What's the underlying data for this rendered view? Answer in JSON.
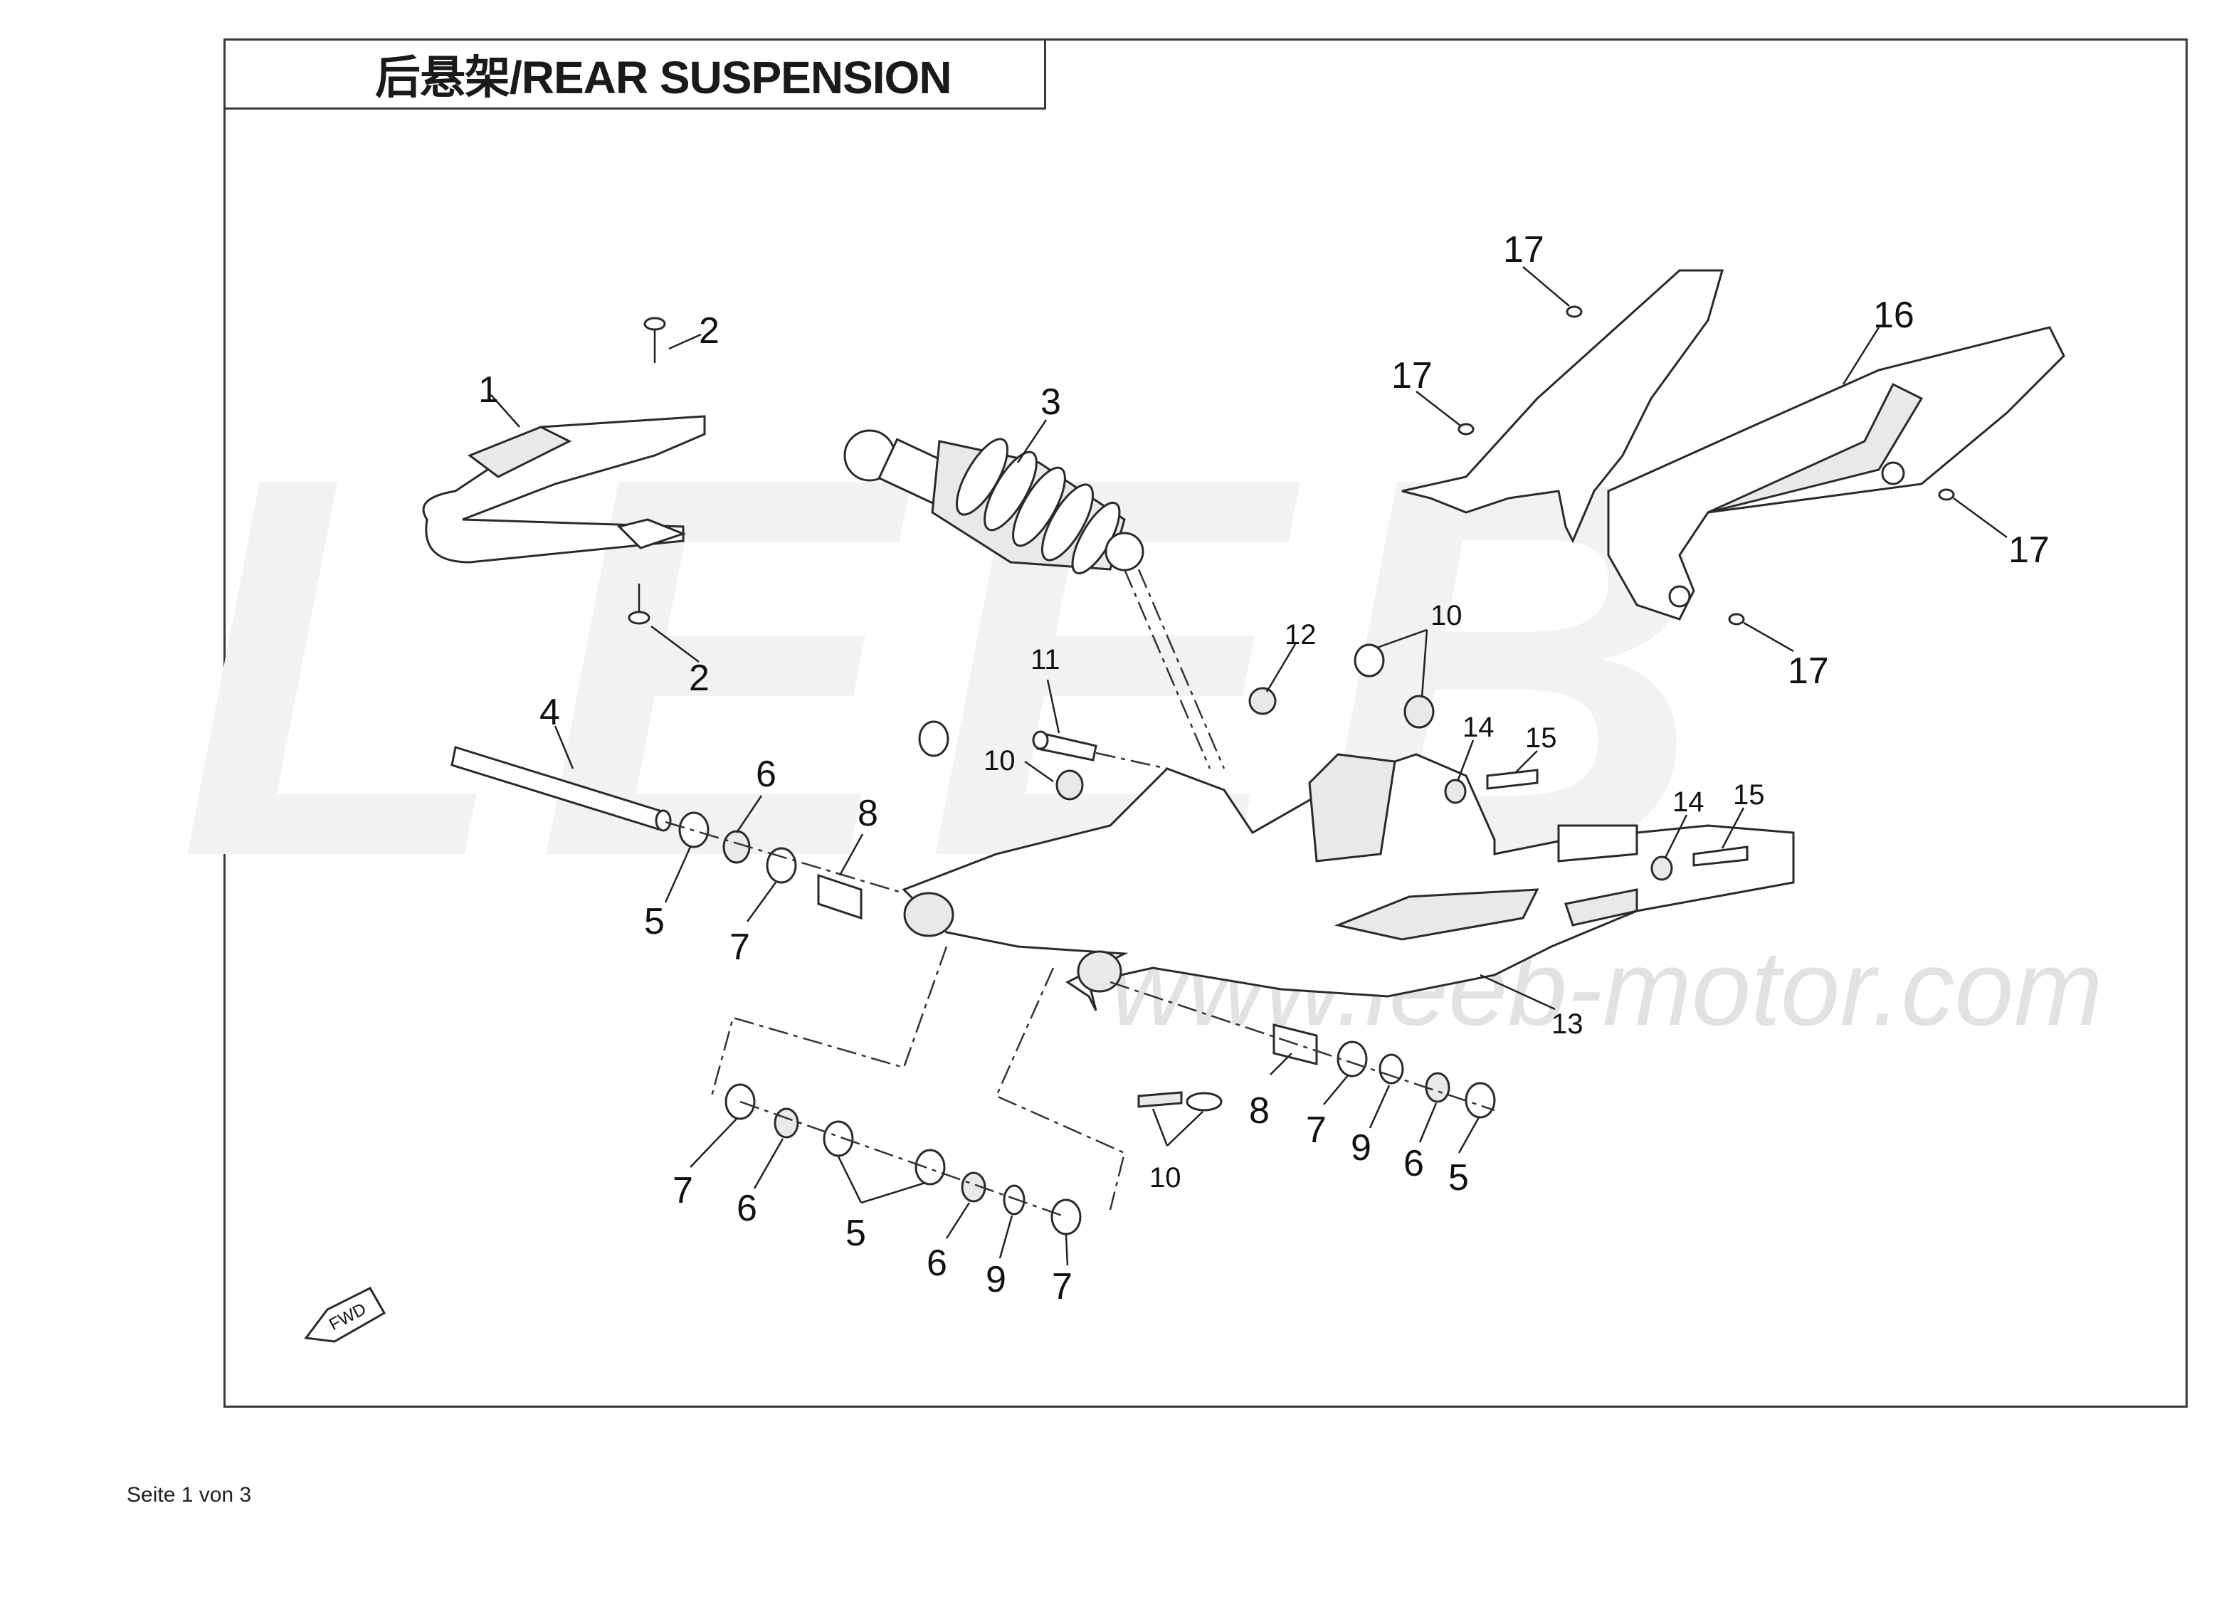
{
  "title": "后悬架/REAR SUSPENSION",
  "footer": "Seite 1 von 3",
  "watermark": {
    "logo_text": "LEEB",
    "url_text": "www.leeb-motor.com"
  },
  "fwd_label": "FWD",
  "callouts": [
    {
      "id": "c1",
      "text": "1"
    },
    {
      "id": "c2a",
      "text": "2"
    },
    {
      "id": "c2b",
      "text": "2"
    },
    {
      "id": "c3",
      "text": "3"
    },
    {
      "id": "c4",
      "text": "4"
    },
    {
      "id": "c5a",
      "text": "5"
    },
    {
      "id": "c6a",
      "text": "6"
    },
    {
      "id": "c7a",
      "text": "7"
    },
    {
      "id": "c8a",
      "text": "8"
    },
    {
      "id": "c10a",
      "text": "10"
    },
    {
      "id": "c11",
      "text": "11"
    },
    {
      "id": "c12",
      "text": "12"
    },
    {
      "id": "c10b",
      "text": "10"
    },
    {
      "id": "c14a",
      "text": "14"
    },
    {
      "id": "c15a",
      "text": "15"
    },
    {
      "id": "c14b",
      "text": "14"
    },
    {
      "id": "c15b",
      "text": "15"
    },
    {
      "id": "c13",
      "text": "13"
    },
    {
      "id": "c16",
      "text": "16"
    },
    {
      "id": "c17a",
      "text": "17"
    },
    {
      "id": "c17b",
      "text": "17"
    },
    {
      "id": "c17c",
      "text": "17"
    },
    {
      "id": "c17d",
      "text": "17"
    },
    {
      "id": "c8b",
      "text": "8"
    },
    {
      "id": "c7b",
      "text": "7"
    },
    {
      "id": "c9a",
      "text": "9"
    },
    {
      "id": "c6b",
      "text": "6"
    },
    {
      "id": "c5b",
      "text": "5"
    },
    {
      "id": "c10c",
      "text": "10"
    },
    {
      "id": "c7c",
      "text": "7"
    },
    {
      "id": "c6c",
      "text": "6"
    },
    {
      "id": "c5c",
      "text": "5"
    },
    {
      "id": "c6d",
      "text": "6"
    },
    {
      "id": "c9b",
      "text": "9"
    },
    {
      "id": "c7d",
      "text": "7"
    }
  ]
}
